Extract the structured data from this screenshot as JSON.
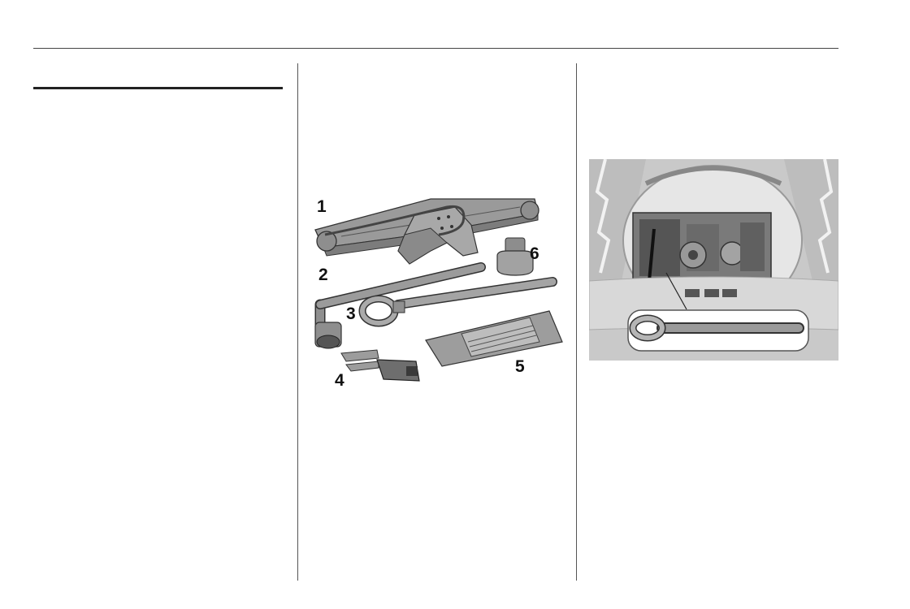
{
  "tools_figure": {
    "callouts": [
      "1",
      "2",
      "3",
      "4",
      "5",
      "6"
    ]
  },
  "trunk_figure": {}
}
